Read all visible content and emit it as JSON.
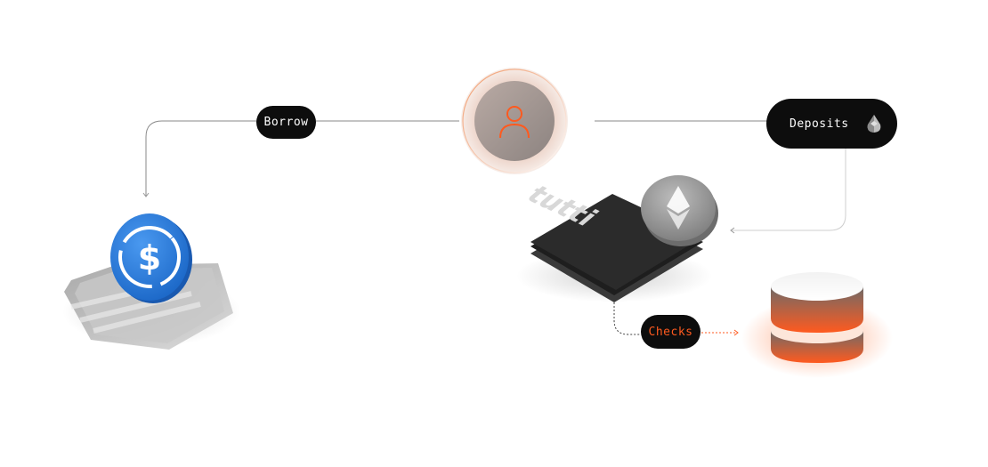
{
  "labels": {
    "borrow": "Borrow",
    "deposits": "Deposits",
    "checks": "Checks",
    "card_brand": "tutti"
  },
  "nodes": [
    {
      "id": "user",
      "icon": "user-icon"
    },
    {
      "id": "usdc",
      "icon": "usdc-coin-icon"
    },
    {
      "id": "card",
      "icon": "tutti-card-icon"
    },
    {
      "id": "eth",
      "icon": "ethereum-coin-icon"
    },
    {
      "id": "vault",
      "icon": "database-icon"
    },
    {
      "id": "deposit-token",
      "icon": "lido-drop-icon"
    }
  ],
  "colors": {
    "accent": "#ff5a1f",
    "pill_bg": "#0d0d0d",
    "usdc_blue": "#2775ca",
    "line": "#8a8a8a"
  }
}
